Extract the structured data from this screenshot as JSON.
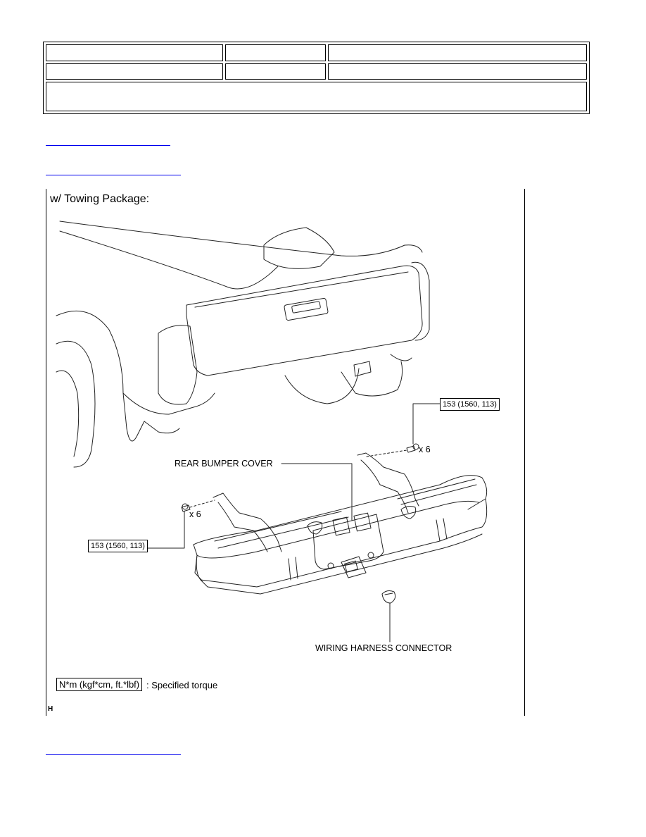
{
  "figure": {
    "title": "w/ Towing Package:",
    "labels": {
      "rear_bumper_cover": "REAR BUMPER COVER",
      "wiring_harness_connector": "WIRING HARNESS CONNECTOR",
      "qty_right": "x 6",
      "qty_left": "x 6",
      "torque_right": "153 (1560, 113)",
      "torque_left": "153 (1560, 113)"
    },
    "legend": {
      "unit_box": "N*m (kgf*cm, ft.*lbf)",
      "unit_text": ": Specified torque"
    },
    "code": "H"
  }
}
